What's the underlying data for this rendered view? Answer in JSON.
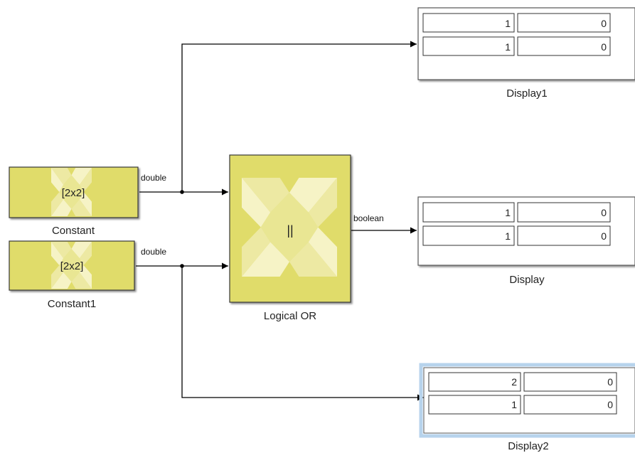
{
  "colors": {
    "block_fill": "#e0dc6a",
    "block_border": "#383838",
    "logo_light": "#f6f3c6",
    "logo_mid": "#ede9a3",
    "wire": "#000000",
    "display_border": "#555555",
    "display_selected_border": "#b7d3ec"
  },
  "blocks": {
    "constant": {
      "value": "[2x2]",
      "label": "Constant",
      "icon": "xilinx-logo-icon"
    },
    "constant1": {
      "value": "[2x2]",
      "label": "Constant1",
      "icon": "xilinx-logo-icon"
    },
    "logical_or": {
      "operator": "||",
      "label": "Logical OR",
      "icon": "xilinx-logo-icon"
    }
  },
  "signals": {
    "constant_out": "double",
    "constant1_out": "double",
    "or_out": "boolean"
  },
  "displays": {
    "display1": {
      "label": "Display1",
      "cells": [
        "1",
        "0",
        "1",
        "0"
      ],
      "selected": false
    },
    "display": {
      "label": "Display",
      "cells": [
        "1",
        "0",
        "1",
        "0"
      ],
      "selected": false
    },
    "display2": {
      "label": "Display2",
      "cells": [
        "2",
        "0",
        "1",
        "0"
      ],
      "selected": true
    }
  }
}
